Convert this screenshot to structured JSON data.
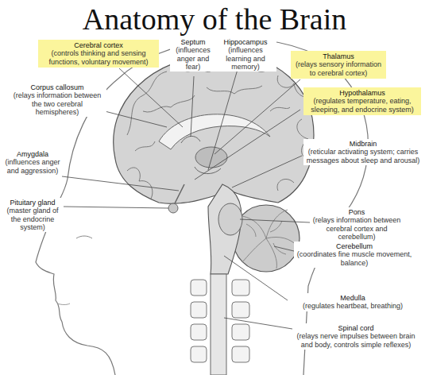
{
  "diagram": {
    "title": "Anatomy of the Brain",
    "nodes": [
      {
        "text": [
          "Cerebral cortex",
          "(controls thinking and sensing functions, voluntary movement)"
        ]
      },
      {
        "text": [
          "Thalamus",
          "(relays sensory information to cerebral cortex)"
        ]
      },
      {
        "text": [
          "Hypothalamus",
          "(regulates temperature, eating, sleeping, and endocrine system)"
        ]
      }
    ],
    "labels": [
      "Septum",
      "(influences anger and fear)",
      "Hippocampus",
      "(influences learning and memory)",
      "Corpus callosum",
      "(relays information between the two cerebral hemispheres)",
      "Midbrain",
      "(reticular activating system; carries messages about sleep and arousal)",
      "Amygdala",
      "(influences anger and aggression)",
      "Pituitary gland",
      "(master gland of the endocrine system)",
      "Pons",
      "(relays information between cerebral cortex and cerebellum)",
      "Cerebellum",
      "(coordinates fine muscle movement, balance)",
      "Medulla",
      "(regulates heartbeat, breathing)",
      "Spinal cord",
      "(relays nerve impulses between brain and body, controls simple reflexes)"
    ]
  }
}
